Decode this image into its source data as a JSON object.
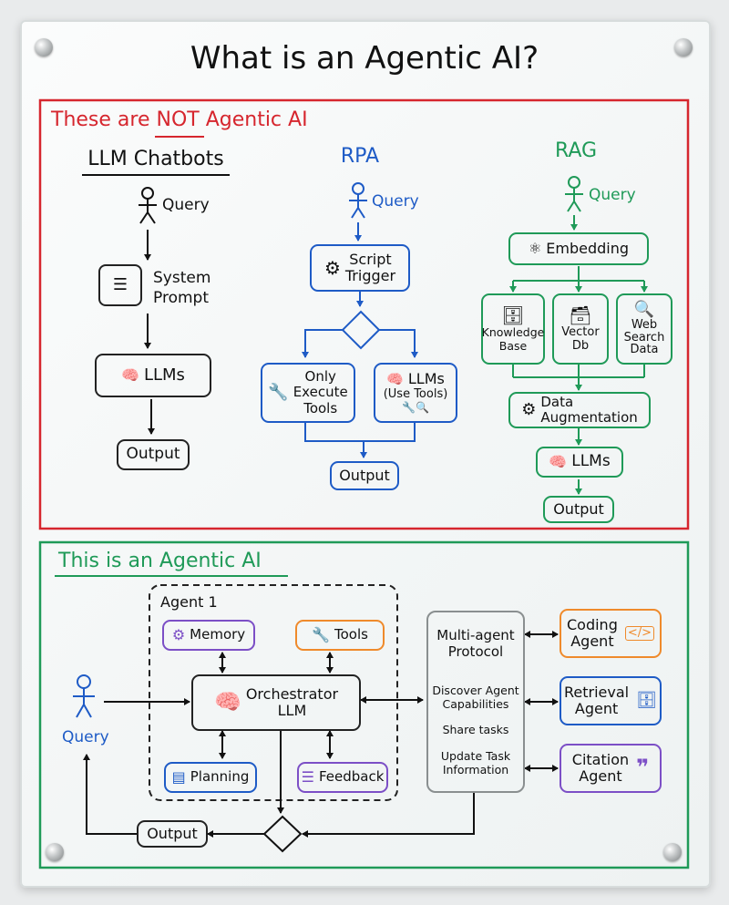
{
  "title": "What is an Agentic AI?",
  "not_section": {
    "title_prefix": "These are ",
    "title_not": "NOT",
    "title_suffix": " Agentic AI",
    "llm_chatbots": {
      "title": "LLM Chatbots",
      "query": "Query",
      "system_prompt_line1": "System",
      "system_prompt_line2": "Prompt",
      "llms": "LLMs",
      "output": "Output"
    },
    "rpa": {
      "title": "RPA",
      "query": "Query",
      "script_trigger_line1": "Script",
      "script_trigger_line2": "Trigger",
      "only_execute_line1": "Only",
      "only_execute_line2": "Execute",
      "only_execute_line3": "Tools",
      "llms": "LLMs",
      "use_tools": "(Use Tools)",
      "output": "Output"
    },
    "rag": {
      "title": "RAG",
      "query": "Query",
      "embedding": "Embedding",
      "knowledge_base_line1": "Knowledge",
      "knowledge_base_line2": "Base",
      "vector_db_line1": "Vector",
      "vector_db_line2": "Db",
      "web_search_line1": "Web",
      "web_search_line2": "Search",
      "web_search_line3": "Data",
      "data_aug_line1": "Data",
      "data_aug_line2": "Augmentation",
      "llms": "LLMs",
      "output": "Output"
    }
  },
  "agentic_section": {
    "title": "This is an Agentic AI",
    "agent_label": "Agent 1",
    "memory": "Memory",
    "tools": "Tools",
    "orchestrator_line1": "Orchestrator",
    "orchestrator_line2": "LLM",
    "planning": "Planning",
    "feedback": "Feedback",
    "query": "Query",
    "output": "Output",
    "protocol_line1": "Multi-agent",
    "protocol_line2": "Protocol",
    "discover_line1": "Discover Agent",
    "discover_line2": "Capabilities",
    "share_tasks": "Share tasks",
    "update_line1": "Update Task",
    "update_line2": "Information",
    "coding_line1": "Coding",
    "coding_line2": "Agent",
    "retrieval_line1": "Retrieval",
    "retrieval_line2": "Agent",
    "citation_line1": "Citation",
    "citation_line2": "Agent"
  },
  "colors": {
    "red": "#d6262e",
    "blue": "#1e5bc6",
    "green": "#1f9a58",
    "orange": "#ef8a2b",
    "purple": "#7c4fc6",
    "gray": "#8a8f90",
    "ink": "#111111"
  }
}
